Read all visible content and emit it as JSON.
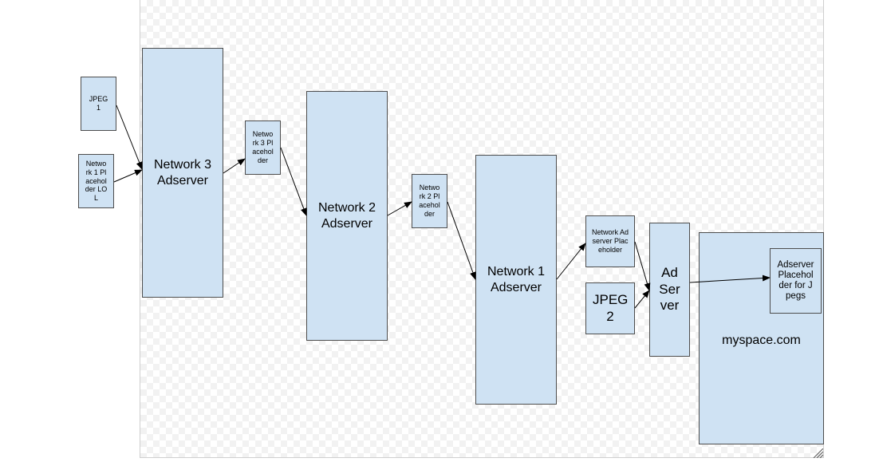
{
  "diagram": {
    "nodes": {
      "jpeg1": "JPEG 1",
      "network1_placeholder_lol": "Network 1 Placeholder LOL",
      "network3_adserver": "Network 3 Adserver",
      "network3_placeholder": "Network 3 Placeholder",
      "network2_adserver": "Network 2 Adserver",
      "network2_placeholder": "Network 2 Placeholder",
      "network1_adserver": "Network 1 Adserver",
      "network_adserver_placeholder": "Network Adserver Placeholder",
      "jpeg2": "JPEG 2",
      "ad_server": "Ad Server",
      "myspace": "myspace.com",
      "adserver_placeholder_jpegs": "Adserver Placeholder for Jpegs"
    },
    "colors": {
      "box_fill": "#cfe2f3",
      "box_border": "#4d4d4d",
      "arrow": "#000000"
    }
  }
}
